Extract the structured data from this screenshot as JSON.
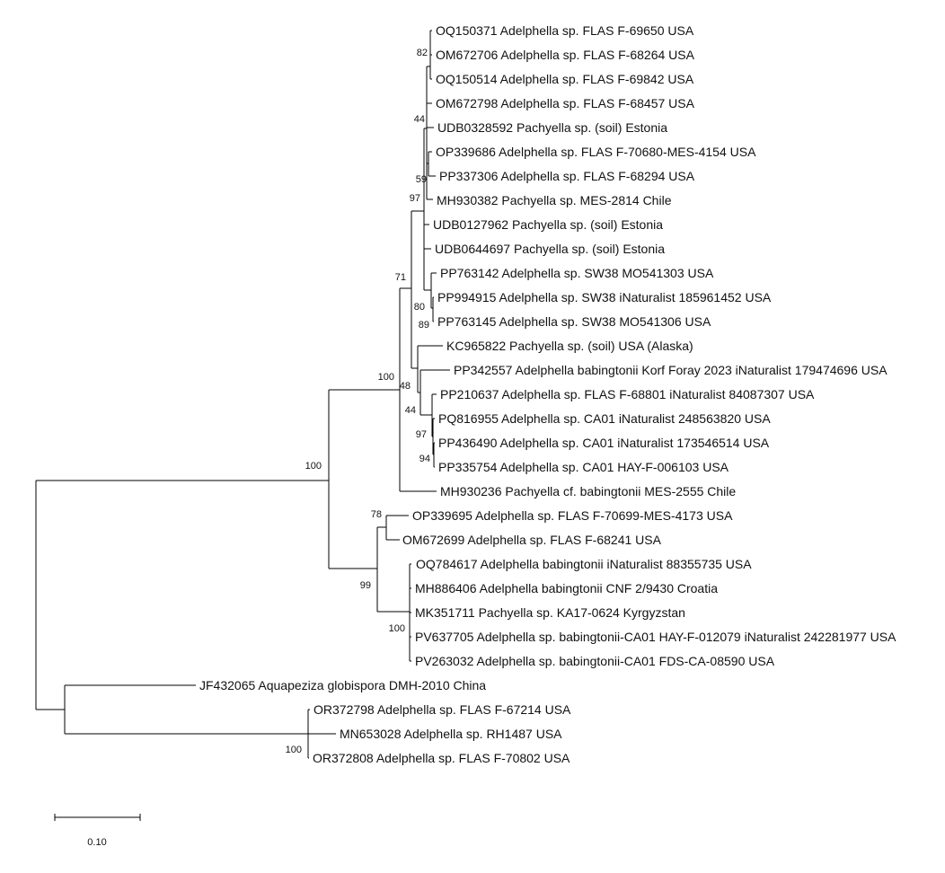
{
  "tree": {
    "leaves": [
      "OQ150371 Adelphella sp. FLAS F-69650 USA",
      "OM672706 Adelphella sp. FLAS F-68264 USA",
      "OQ150514 Adelphella sp. FLAS F-69842 USA",
      "OM672798 Adelphella sp. FLAS F-68457 USA",
      "UDB0328592 Pachyella sp. (soil) Estonia",
      "OP339686 Adelphella sp. FLAS F-70680-MES-4154 USA",
      "PP337306 Adelphella sp. FLAS F-68294 USA",
      "MH930382 Pachyella sp. MES-2814 Chile",
      "UDB0127962 Pachyella sp. (soil) Estonia",
      "UDB0644697 Pachyella sp. (soil) Estonia",
      "PP763142 Adelphella sp. SW38 MO541303 USA",
      "PP994915 Adelphella sp. SW38 iNaturalist 185961452 USA",
      "PP763145 Adelphella sp. SW38 MO541306 USA",
      "KC965822 Pachyella sp. (soil) USA (Alaska)",
      "PP342557 Adelphella babingtonii Korf Foray 2023 iNaturalist 179474696 USA",
      "PP210637 Adelphella sp. FLAS F-68801 iNaturalist 84087307 USA",
      "PQ816955 Adelphella sp. CA01 iNaturalist 248563820 USA",
      "PP436490 Adelphella sp. CA01 iNaturalist 173546514 USA",
      "PP335754 Adelphella sp. CA01 HAY-F-006103 USA",
      "MH930236 Pachyella cf. babingtonii MES-2555 Chile",
      "OP339695 Adelphella sp. FLAS F-70699-MES-4173 USA",
      "OM672699 Adelphella sp. FLAS F-68241 USA",
      "OQ784617 Adelphella babingtonii iNaturalist 88355735 USA",
      "MH886406 Adelphella babingtonii CNF 2/9430 Croatia",
      "MK351711 Pachyella sp. KA17-0624 Kyrgyzstan",
      "PV637705 Adelphella sp. babingtonii-CA01 HAY-F-012079 iNaturalist 242281977 USA",
      "PV263032 Adelphella sp. babingtonii-CA01 FDS-CA-08590 USA",
      "JF432065 Aquapeziza globispora DMH-2010 China",
      "OR372798 Adelphella sp. FLAS F-67214 USA",
      "MN653028 Adelphella sp. RH1487 USA",
      "OR372808 Adelphella sp. FLAS F-70802 USA"
    ],
    "bootstrap": [
      "82",
      "44",
      "59",
      "97",
      "71",
      "80",
      "89",
      "100",
      "48",
      "44",
      "97",
      "94",
      "100",
      "78",
      "99",
      "100",
      "100"
    ],
    "scale_bar_label": "0.10",
    "scale_bar_length": 0.1
  }
}
